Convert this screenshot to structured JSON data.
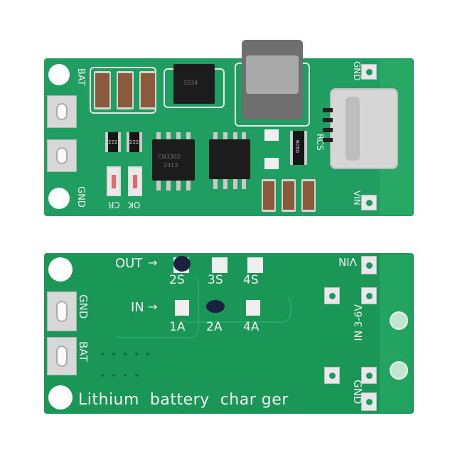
{
  "top_board": {
    "labels": {
      "bat": "BAT",
      "gnd": "GND",
      "gnd_right": "GND",
      "vin": "VIN",
      "cr": "CR",
      "ok": "OK",
      "rcs": "RCS"
    },
    "markings": {
      "diode": "SS34",
      "ic_left": "CN3302",
      "ic_left_sub": "2413",
      "res_small_1": "222",
      "res_small_2": "222",
      "res_rcs": "R050"
    }
  },
  "bottom_board": {
    "labels": {
      "out": "OUT",
      "arrow": "→",
      "in": "IN",
      "s2": "2S",
      "s3": "3S",
      "s4": "4S",
      "a1": "1A",
      "a2": "2A",
      "a4": "4A",
      "gnd": "GND",
      "bat": "BAT",
      "vin": "VIN",
      "in_range": "IN 3-6V",
      "gnd_right": "GND",
      "footer": "Lithium  battery  char ger"
    }
  },
  "colors": {
    "pcb_green": "#1e9a5e",
    "silkscreen": "#f2f2f2",
    "background": "#ffffff"
  }
}
